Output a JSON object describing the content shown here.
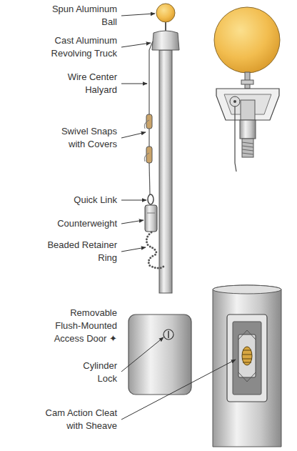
{
  "diagram": {
    "labels": [
      "Spun Aluminum Ball",
      "Cast Aluminum Revolving Truck",
      "Wire Center Halyard",
      "Swivel Snaps with Covers",
      "Quick Link",
      "Counterweight",
      "Beaded Retainer Ring",
      "Removable Flush-Mounted Access Door ✦",
      "Cylinder Lock",
      "Cam Action Cleat with Sheave"
    ]
  }
}
